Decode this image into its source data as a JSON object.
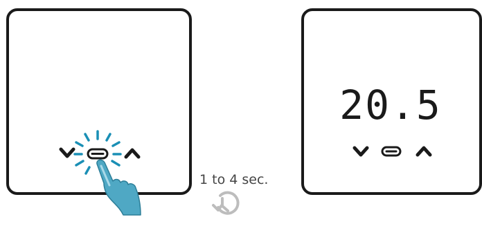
{
  "left_device": {
    "state": "center button pressed",
    "icons": [
      "chevron-down-icon",
      "minus-button-icon",
      "chevron-up-icon",
      "press-glow-icon",
      "pointing-hand-icon"
    ]
  },
  "right_device": {
    "display_value": "20.5",
    "icons": [
      "chevron-down-icon",
      "minus-button-icon",
      "chevron-up-icon"
    ]
  },
  "hold": {
    "duration_label": "1 to 4 sec.",
    "icon": "clock-history-icon"
  },
  "colors": {
    "outline": "#1a1a1a",
    "glow": "#1a8fb5",
    "hand": "#4fa8c4",
    "clock": "#bdbdbd",
    "text": "#444444"
  }
}
